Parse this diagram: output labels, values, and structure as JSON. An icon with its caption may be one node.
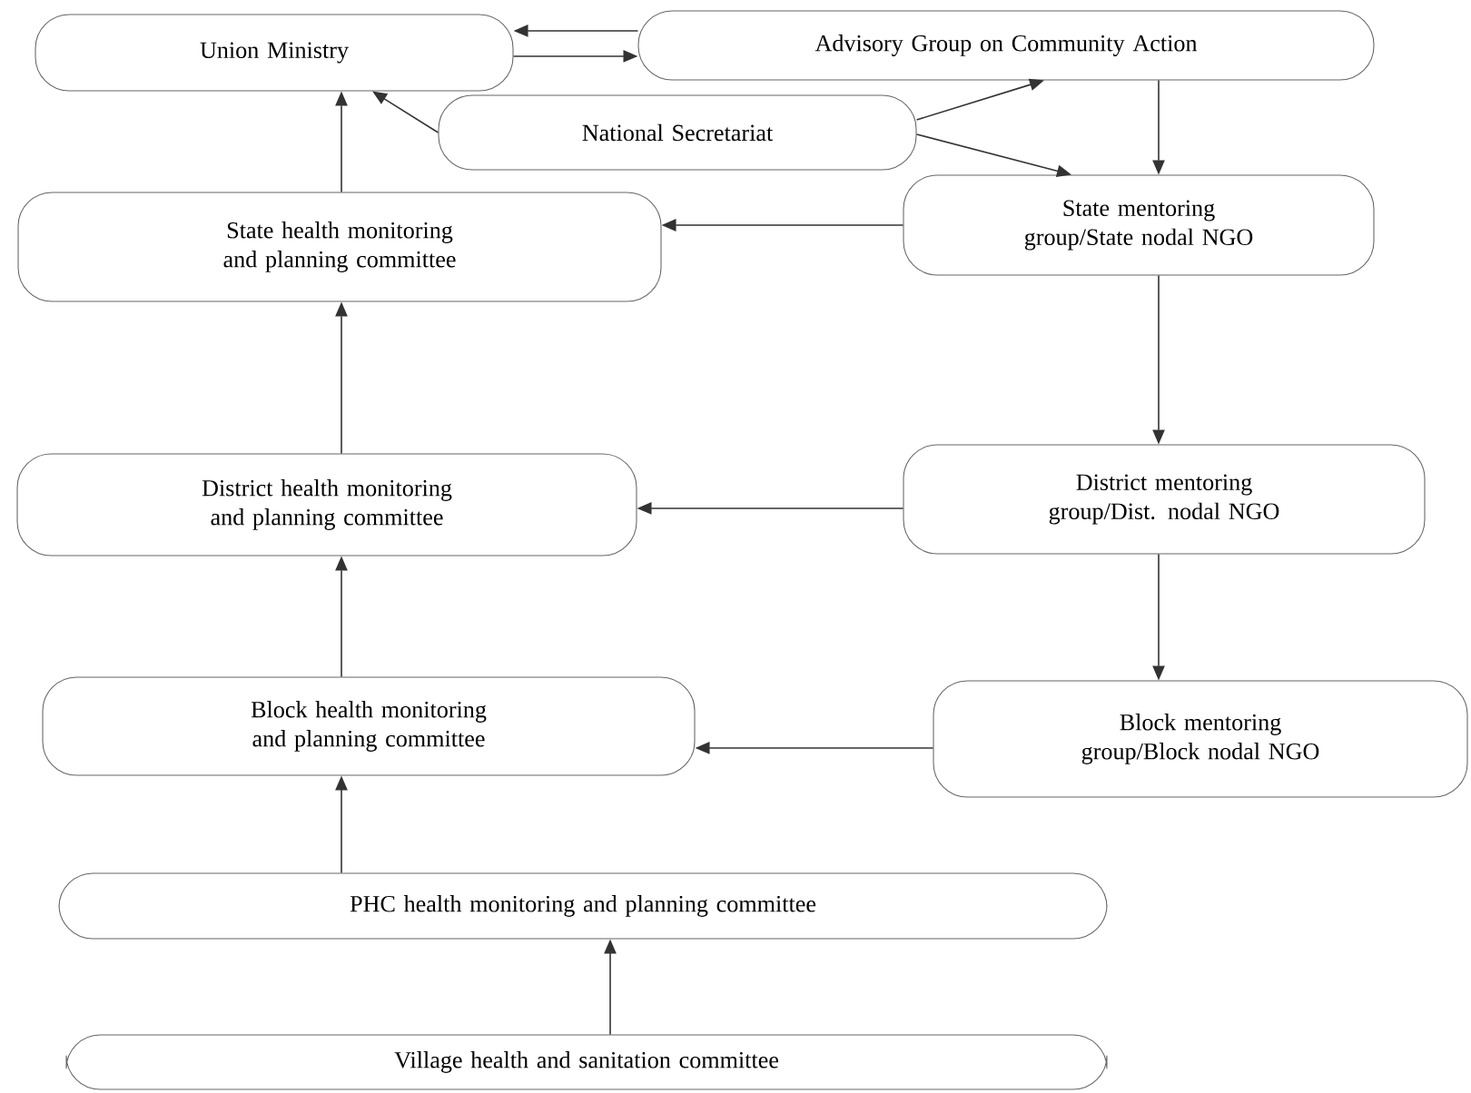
{
  "diagram": {
    "nodes": [
      {
        "text": [
          "Union Ministry"
        ]
      },
      {
        "text": [
          "Advisory Group on Community Action"
        ]
      },
      {
        "text": [
          "National Secretariat"
        ]
      },
      {
        "text": [
          "State mentoring group/State nodal NGO"
        ]
      },
      {
        "text": [
          "State health monitoring and planning committee"
        ]
      },
      {
        "text": [
          "District health monitoring and planning committee"
        ]
      },
      {
        "text": [
          "District mentoring group/Dist. nodal NGO"
        ]
      },
      {
        "text": [
          "Block health monitoring and planning committee"
        ]
      },
      {
        "text": [
          "Block mentoring group/Block nodal NGO"
        ]
      },
      {
        "text": [
          "PHC health monitoring and planning committee"
        ]
      },
      {
        "text": [
          "Village health and sanitation committee"
        ]
      }
    ],
    "edges": [
      {
        "from": 1,
        "to": 0,
        "arrow": "to"
      },
      {
        "from": 0,
        "to": 1,
        "arrow": "to"
      },
      {
        "from": 2,
        "to": 0,
        "arrow": "to"
      },
      {
        "from": 2,
        "to": 1,
        "arrow": "to"
      },
      {
        "from": 2,
        "to": 3,
        "arrow": "to"
      },
      {
        "from": 1,
        "to": 3,
        "arrow": "to"
      },
      {
        "from": 4,
        "to": 0,
        "arrow": "to"
      },
      {
        "from": 3,
        "to": 4,
        "arrow": "to"
      },
      {
        "from": 3,
        "to": 6,
        "arrow": "to"
      },
      {
        "from": 5,
        "to": 4,
        "arrow": "to"
      },
      {
        "from": 6,
        "to": 5,
        "arrow": "to"
      },
      {
        "from": 6,
        "to": 8,
        "arrow": "to"
      },
      {
        "from": 7,
        "to": 5,
        "arrow": "to"
      },
      {
        "from": 8,
        "to": 7,
        "arrow": "to"
      },
      {
        "from": 9,
        "to": 7,
        "arrow": "to"
      },
      {
        "from": 10,
        "to": 9,
        "arrow": "to"
      }
    ]
  }
}
